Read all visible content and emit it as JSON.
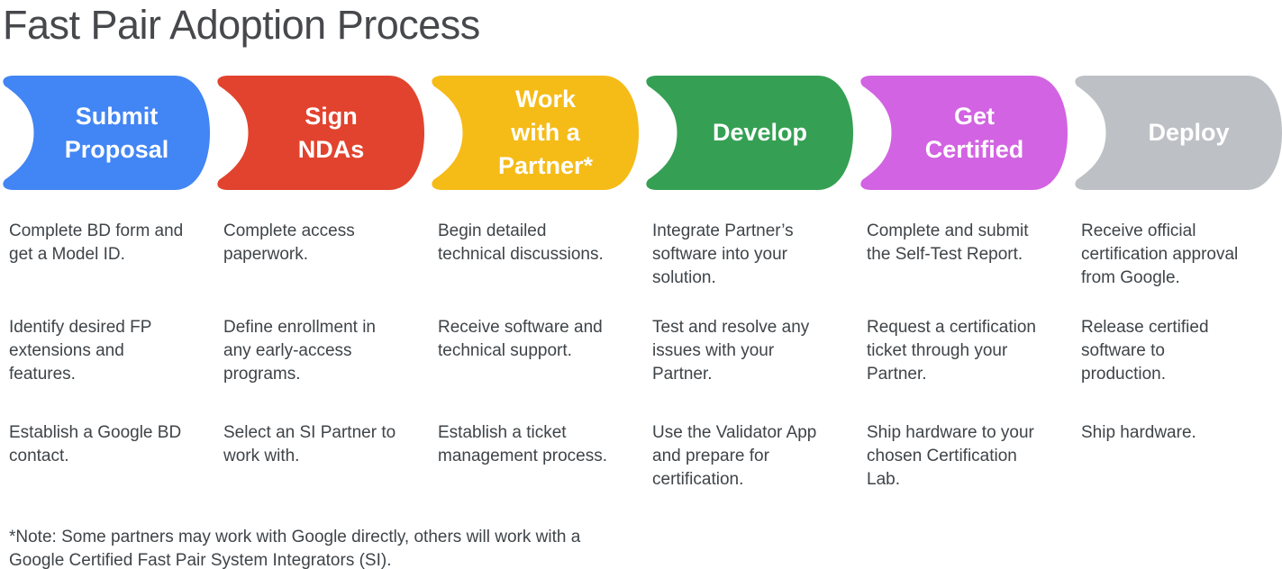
{
  "page": {
    "title": "Fast Pair Adoption Process"
  },
  "colors": {
    "stage_blue": "#4285F4",
    "stage_red": "#E2432E",
    "stage_yellow": "#F5BB17",
    "stage_green": "#35A054",
    "stage_magenta": "#D263E2",
    "stage_gray": "#BDC1C6",
    "label_text": "#FFFFFF",
    "body_text": "#3F4448"
  },
  "stages": [
    {
      "id": "submit-proposal",
      "label": "Submit\nProposal",
      "color": "#4285F4",
      "items": [
        "Complete BD form and\nget a Model ID.",
        "Identify desired FP\nextensions and\nfeatures.",
        "Establish a Google BD\ncontact."
      ]
    },
    {
      "id": "sign-ndas",
      "label": "Sign\nNDAs",
      "color": "#E2432E",
      "items": [
        "Complete access\npaperwork.",
        "Define enrollment in\nany early-access\nprograms.",
        "Select an SI Partner to\nwork with."
      ]
    },
    {
      "id": "work-with-a-partner",
      "label": "Work\nwith a\nPartner*",
      "color": "#F5BB17",
      "items": [
        "Begin detailed\ntechnical discussions.",
        "Receive software and\ntechnical support.",
        "Establish a ticket\nmanagement process."
      ]
    },
    {
      "id": "develop",
      "label": "Develop",
      "color": "#35A054",
      "items": [
        "Integrate Partner’s\nsoftware into your\nsolution.",
        "Test and resolve any\nissues with your\nPartner.",
        "Use the Validator App\nand prepare for\ncertification."
      ]
    },
    {
      "id": "get-certified",
      "label": "Get\nCertified",
      "color": "#D263E2",
      "items": [
        "Complete and submit\nthe Self-Test Report.",
        "Request a certification\nticket through your\nPartner.",
        "Ship hardware to your\nchosen Certification\nLab."
      ]
    },
    {
      "id": "deploy",
      "label": "Deploy",
      "color": "#BDC1C6",
      "items": [
        "Receive official\ncertification approval\nfrom Google.",
        "Release certified\nsoftware to\nproduction.",
        "Ship hardware."
      ]
    }
  ],
  "footnote": "*Note: Some partners may work with Google directly, others will work with a\nGoogle Certified Fast Pair System Integrators (SI)."
}
